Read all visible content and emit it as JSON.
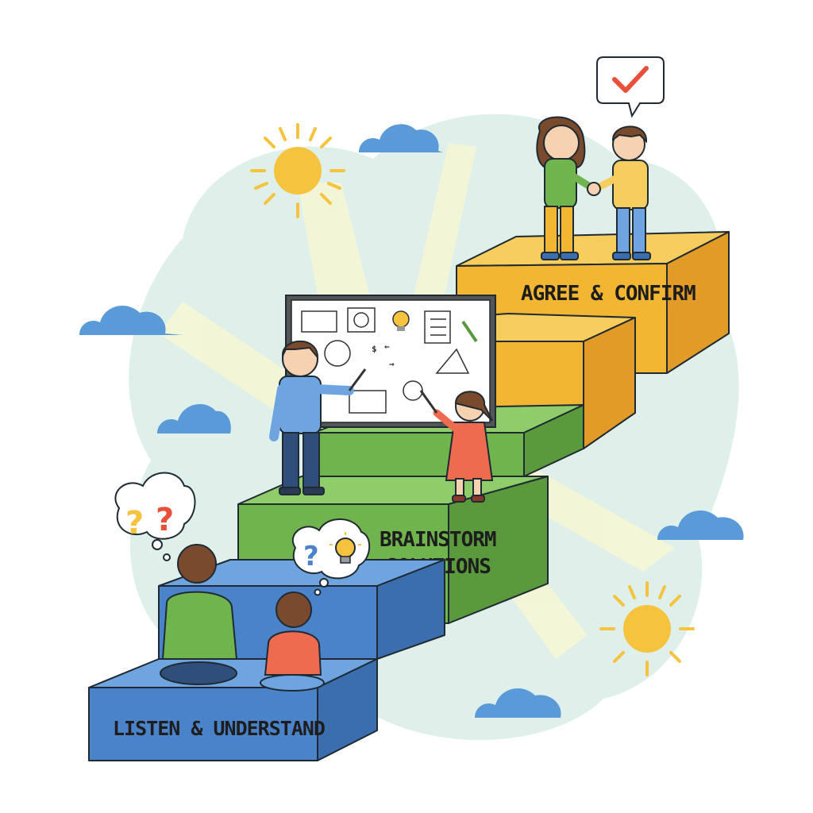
{
  "steps": [
    {
      "id": "step-1",
      "lines": [
        "LISTEN & UNDERSTAND"
      ],
      "color_front": "#4a83c9",
      "color_top": "#6ea4e0",
      "color_side": "#3a6eaf"
    },
    {
      "id": "step-2",
      "lines": [
        "BRAINSTORM",
        "SOLUTIONS"
      ],
      "color_front": "#6fb44c",
      "color_top": "#8fcd6a",
      "color_side": "#5a9a3c"
    },
    {
      "id": "step-3",
      "lines": [
        "AGREE & CONFIRM"
      ],
      "color_front": "#f2b632",
      "color_top": "#f7cd5e",
      "color_side": "#e19b26"
    }
  ],
  "thought_bubbles": {
    "adult_listener": [
      "?",
      "?"
    ],
    "child_listener": [
      "?",
      "lightbulb-icon"
    ]
  },
  "whiteboard": {
    "glyphs": [
      "$",
      "←",
      "→"
    ]
  },
  "speech_bubble": {
    "icon": "checkmark-icon"
  },
  "colors": {
    "sky_blob": "#dff0ea",
    "sun": "#f6c33f",
    "cloud": "#5b9ad8",
    "outline": "#1f2a33",
    "check": "#e8503a"
  }
}
